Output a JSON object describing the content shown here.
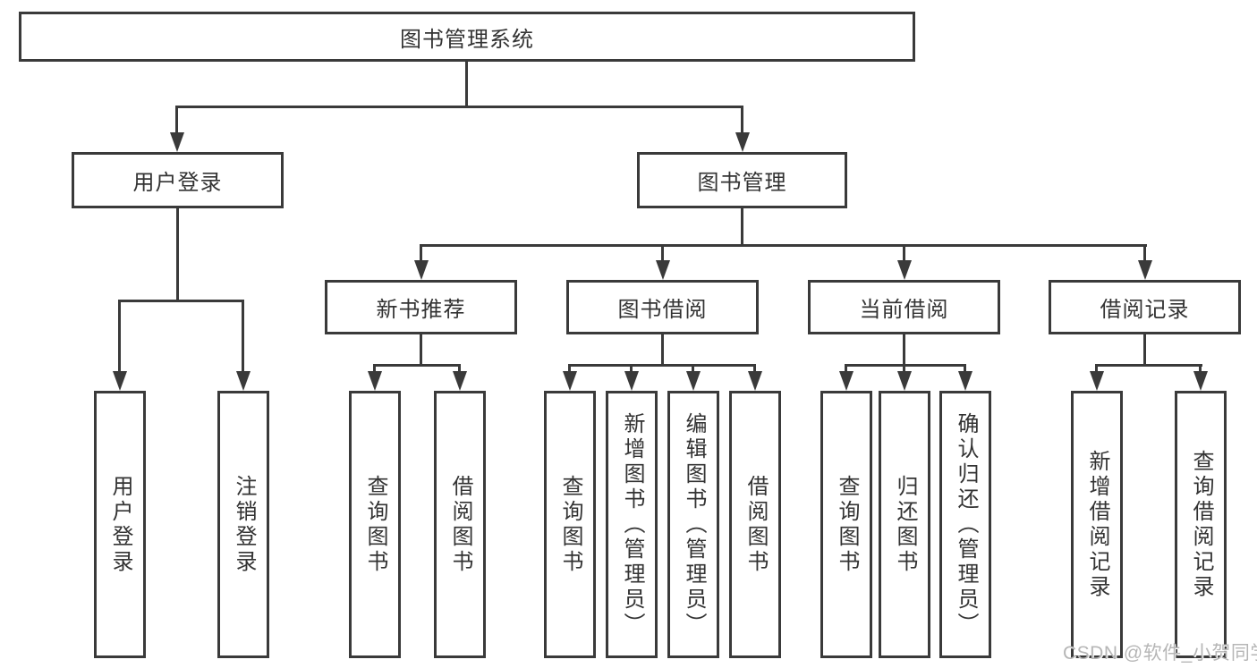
{
  "diagram": {
    "root": "图书管理系统",
    "level2": {
      "user_login": "用户登录",
      "book_mgmt": "图书管理"
    },
    "level3": {
      "new_books": "新书推荐",
      "book_borrow": "图书借阅",
      "current_borrow": "当前借阅",
      "borrow_records": "借阅记录"
    },
    "leaves": {
      "user_login_1": "用户登录",
      "user_login_2": "注销登录",
      "new_books_1": "查询图书",
      "new_books_2": "借阅图书",
      "book_borrow_1": "查询图书",
      "book_borrow_2": "新增图书（管理员）",
      "book_borrow_3": "编辑图书（管理员）",
      "book_borrow_4": "借阅图书",
      "current_borrow_1": "查询图书",
      "current_borrow_2": "归还图书",
      "current_borrow_3": "确认归还（管理员）",
      "borrow_records_1": "新增借阅记录",
      "borrow_records_2": "查询借阅记录"
    }
  },
  "watermark": "CSDN @软件_小贺同学",
  "colors": {
    "line": "#3a3a3a",
    "text": "#333333",
    "background": "#ffffff",
    "watermark": "#b6b6b6"
  }
}
